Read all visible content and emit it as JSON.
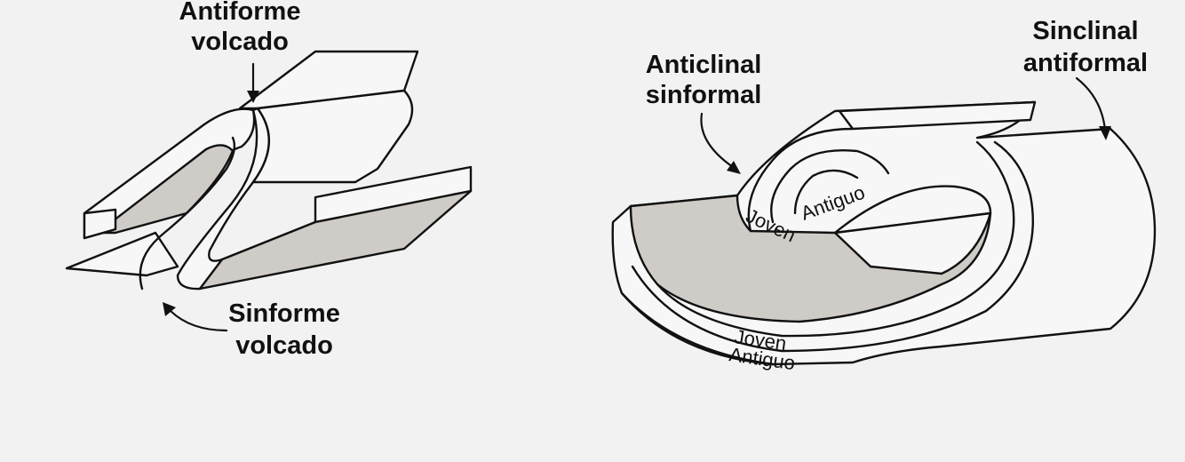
{
  "left_figure": {
    "top_label_line1": "Antiforme",
    "top_label_line2": "volcado",
    "bottom_label_line1": "Sinforme",
    "bottom_label_line2": "volcado"
  },
  "right_figure": {
    "left_label_line1": "Anticlinal",
    "left_label_line2": "sinformal",
    "right_label_line1": "Sinclinal",
    "right_label_line2": "antiformal",
    "inner_layer_old": "Antiguo",
    "inner_layer_young": "Joven",
    "outer_layer_young": "Joven",
    "outer_layer_old": "Antiguo"
  },
  "colors": {
    "background": "#f2f2f2",
    "shaded_surface": "#cfcbc6",
    "line": "#111111"
  }
}
